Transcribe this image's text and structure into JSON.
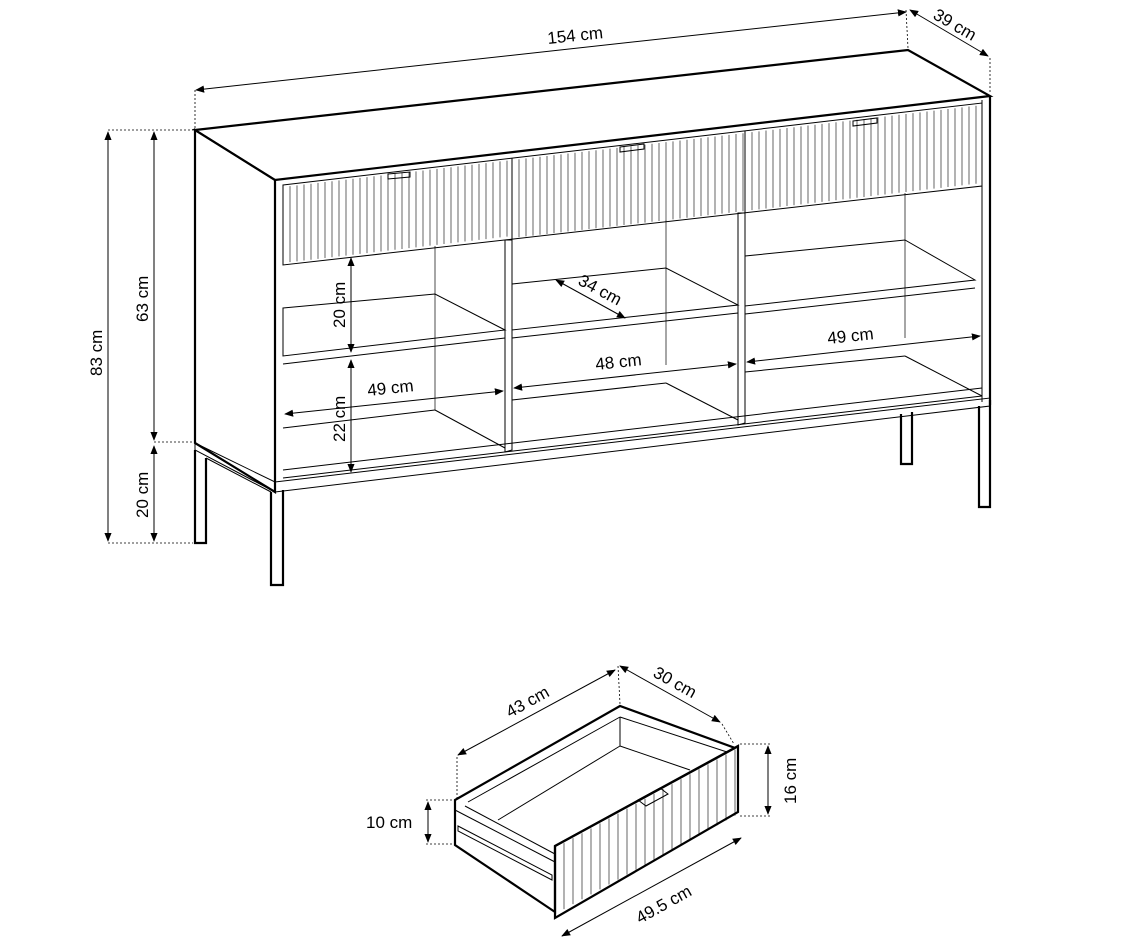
{
  "dimensions": {
    "width": "154 cm",
    "depth": "39 cm",
    "total_height": "83 cm",
    "body_height": "63 cm",
    "leg_height": "20 cm",
    "shelf_gap_upper": "20 cm",
    "shelf_gap_lower": "22 cm",
    "shelf_depth": "34 cm",
    "left_compartment_width": "49 cm",
    "middle_compartment_width": "48 cm",
    "right_compartment_width": "49 cm"
  },
  "drawer": {
    "inner_width": "43 cm",
    "inner_depth": "30 cm",
    "front_height": "16 cm",
    "box_height": "10 cm",
    "front_width": "49.5 cm"
  }
}
